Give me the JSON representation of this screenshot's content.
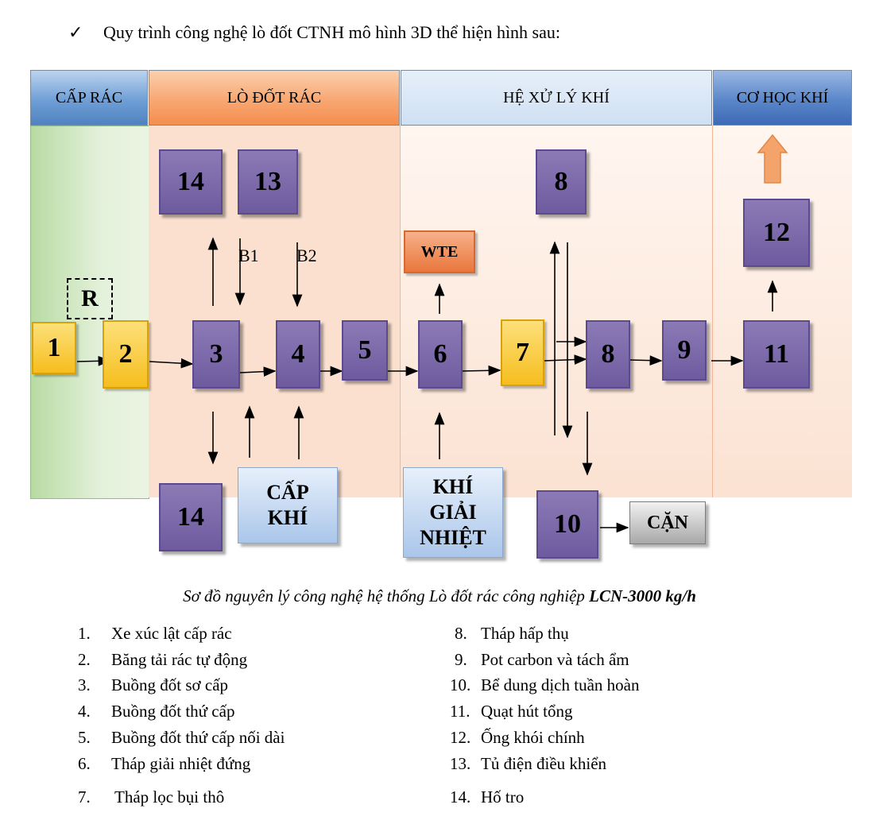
{
  "heading": {
    "checkmark": "✓",
    "text": "Quy trình công nghệ lò đốt CTNH  mô hình 3D thể hiện hình sau:"
  },
  "zones": {
    "cap_rac": "CẤP RÁC",
    "lo_dot_rac": "LÒ ĐỐT RÁC",
    "he_xu_ly_khi": "HỆ XỬ LÝ KHÍ",
    "co_hoc_khi": "CƠ HỌC KHÍ"
  },
  "nodes": {
    "n1": "1",
    "n2": "2",
    "n3": "3",
    "n4": "4",
    "n5": "5",
    "n6": "6",
    "n7": "7",
    "n8_main": "8",
    "n8_top": "8",
    "n9": "9",
    "n10": "10",
    "n11": "11",
    "n12": "12",
    "n13": "13",
    "n14_top": "14",
    "n14_bottom": "14",
    "r": "R",
    "wte": "WTE",
    "cap_khi": "CẤP\nKHÍ",
    "khi_giai_nhiet": "KHÍ\nGIẢI\nNHIỆT",
    "can": "CẶN",
    "b1": "B1",
    "b2": "B2"
  },
  "colors": {
    "process_box": "#6e5b9f",
    "feed_box": "#f6be1e",
    "wte_box": "#e9763d",
    "support_box": "#aac6ea",
    "residue_box": "#a8a8a8",
    "exhaust_arrow": "#f4a46a"
  },
  "caption": {
    "italic": "Sơ đồ nguyên lý công nghệ hệ thống Lò đốt rác công nghiệp ",
    "bold": "LCN-3000 kg/h"
  },
  "legend": {
    "left": [
      {
        "num": "1.",
        "text": "Xe xúc lật cấp rác"
      },
      {
        "num": "2.",
        "text": "Băng tải rác tự động"
      },
      {
        "num": "3.",
        "text": "Buồng đốt sơ cấp"
      },
      {
        "num": "4.",
        "text": "Buồng đốt thứ cấp"
      },
      {
        "num": "5.",
        "text": "Buồng đốt thứ cấp nối dài"
      },
      {
        "num": "6.",
        "text": "Tháp giải nhiệt đứng"
      },
      {
        "num": "7.",
        "text": "Tháp lọc bụi thô"
      }
    ],
    "right": [
      {
        "num": "8.",
        "text": "Tháp hấp thụ"
      },
      {
        "num": "9.",
        "text": "Pot carbon và tách ẩm"
      },
      {
        "num": "10.",
        "text": "Bể dung dịch tuần hoàn"
      },
      {
        "num": "11.",
        "text": "Quạt hút tổng"
      },
      {
        "num": "12.",
        "text": "Ống khói chính"
      },
      {
        "num": "13.",
        "text": "Tủ điện điều khiển"
      },
      {
        "num": "14.",
        "text": "Hố tro"
      }
    ]
  }
}
